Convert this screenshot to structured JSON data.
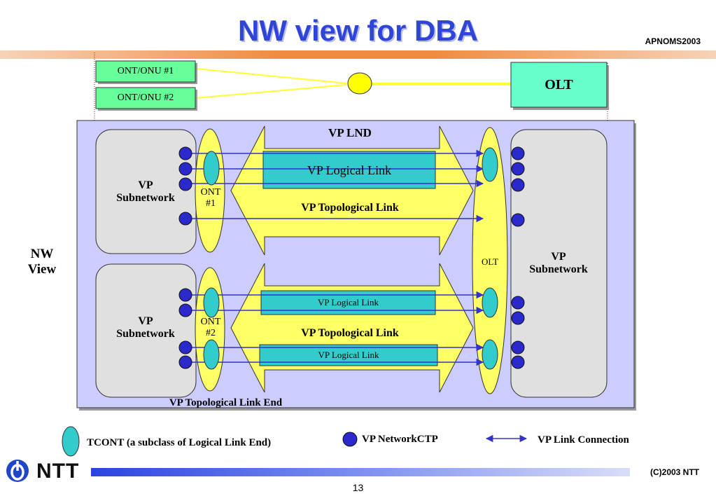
{
  "header": {
    "title": "NW view for DBA",
    "conference": "APNOMS2003"
  },
  "onu": {
    "onu1": "ONT/ONU #1",
    "onu2": "ONT/ONU #2",
    "olt": "OLT"
  },
  "diagram": {
    "nw_view": [
      "NW",
      "View"
    ],
    "vp_lnd": "VP LND",
    "vp_subnetwork": [
      "VP",
      "Subnetwork"
    ],
    "ont1": [
      "ONT",
      "#1"
    ],
    "ont2": [
      "ONT",
      "#2"
    ],
    "olt_label": "OLT",
    "vp_logical_link_large": "VP Logical Link",
    "vp_logical_link_small": "VP Logical Link",
    "vp_topological_link": "VP Topological Link",
    "vp_topological_link_end": "VP Topological Link End"
  },
  "legend": {
    "tcont": "TCONT (a subclass of Logical Link End)",
    "networkctp": "VP NetworkCTP",
    "link_connection": "VP Link Connection"
  },
  "footer": {
    "company": "NTT",
    "copyright": "(C)2003 NTT",
    "page": "13"
  },
  "colors": {
    "title": "#2f45d8",
    "onu_fill": "#66ff99",
    "olt_fill": "#66ffcc",
    "panel": "#ccccff",
    "subnetwork": "#e0e0e0",
    "yellow": "#ffff66",
    "tcont": "#33cccc",
    "ctp": "#2a2acc",
    "link_line": "#3333cc"
  }
}
